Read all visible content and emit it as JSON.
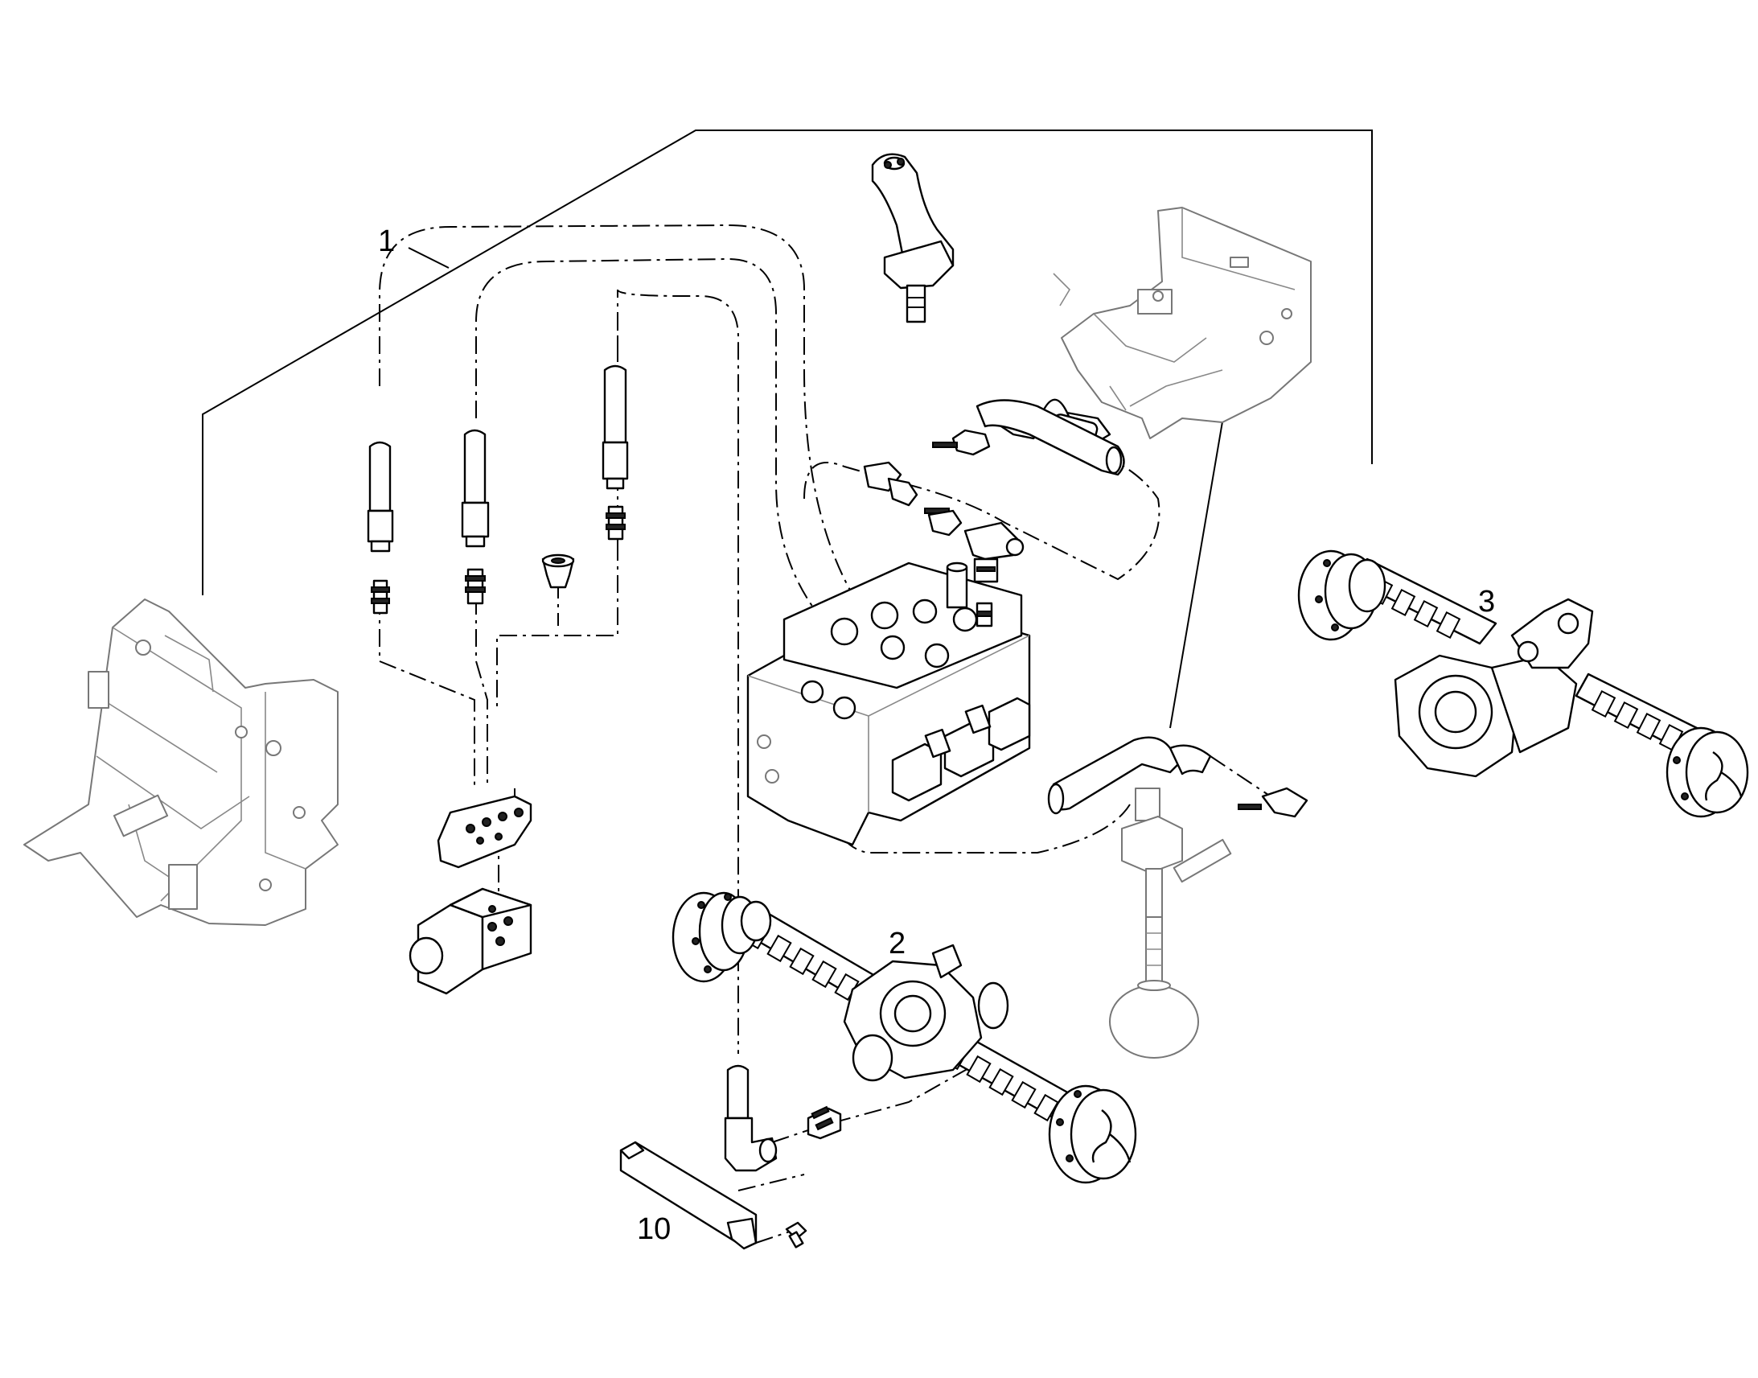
{
  "callouts": {
    "item_1": "1",
    "item_2": "2",
    "item_3": "3",
    "item_10": "10"
  },
  "colors": {
    "line": "#000000",
    "ghost": "#777777",
    "background": "#ffffff"
  }
}
